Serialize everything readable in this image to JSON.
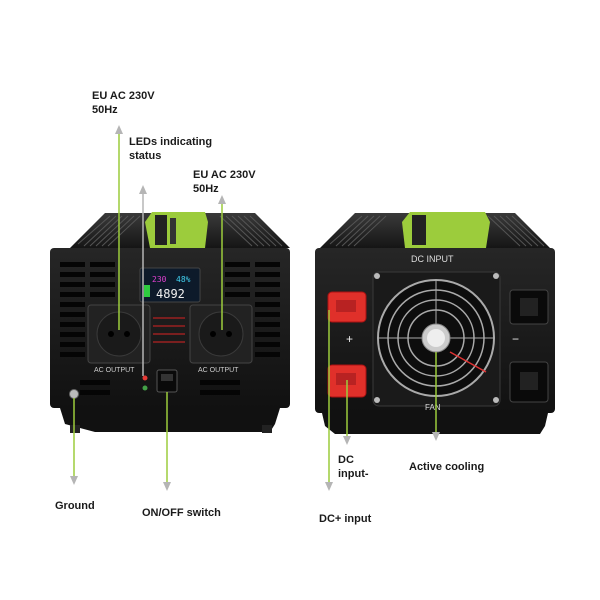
{
  "labels": {
    "eu_ac_left": "EU AC 230V\n50Hz",
    "leds_status": "LEDs indicating\nstatus",
    "eu_ac_right": "EU AC 230V\n50Hz",
    "ground": "Ground",
    "on_off_switch": "ON/OFF switch",
    "dc_input_minus": "DC\ninput-",
    "active_cooling": "Active cooling",
    "dc_input_plus": "DC+ input"
  },
  "device_text": {
    "ac_output_left": "AC OUTPUT",
    "ac_output_right": "AC OUTPUT",
    "lcd_voltage": "230",
    "lcd_percent": "48%",
    "lcd_power": "4892",
    "dc_input": "DC INPUT",
    "fan": "FAN",
    "plus": "+",
    "minus": "−"
  },
  "colors": {
    "accent_green": "#9ccc3c",
    "arrow_gray": "#b5b5b5",
    "body_dark": "#1d1d1d",
    "terminal_red": "#e0302a"
  }
}
